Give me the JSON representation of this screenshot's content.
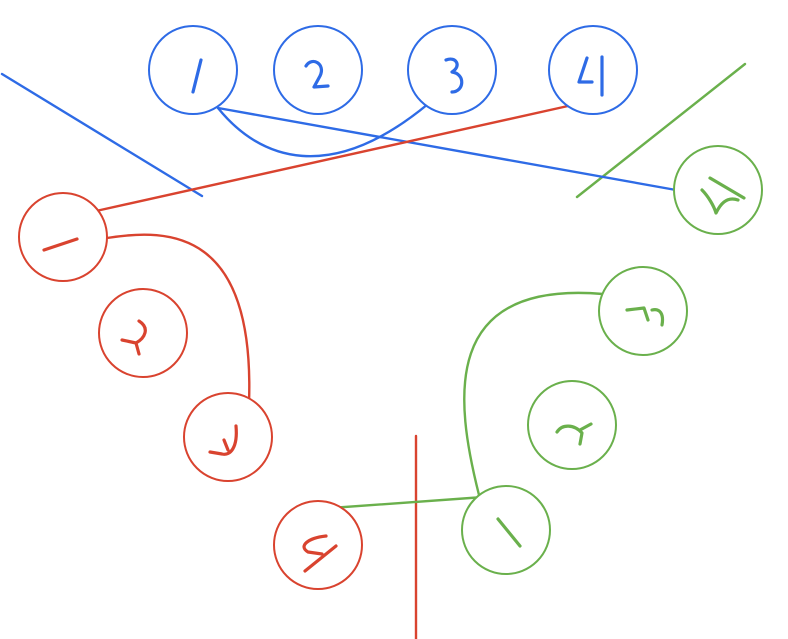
{
  "colors": {
    "blue": "#2e6be6",
    "red": "#d9432f",
    "green": "#6ab04c",
    "background": "#ffffff"
  },
  "nodes": [
    {
      "id": "blue-1",
      "group": "blue",
      "label": "1",
      "icon": "handwritten-1"
    },
    {
      "id": "blue-2",
      "group": "blue",
      "label": "2",
      "icon": "handwritten-2"
    },
    {
      "id": "blue-3",
      "group": "blue",
      "label": "3",
      "icon": "handwritten-3"
    },
    {
      "id": "blue-4",
      "group": "blue",
      "label": "4",
      "icon": "handwritten-4"
    },
    {
      "id": "red-1",
      "group": "red",
      "label": "١",
      "icon": "arabic-digit-1"
    },
    {
      "id": "red-2",
      "group": "red",
      "label": "٢",
      "icon": "arabic-digit-2"
    },
    {
      "id": "red-3",
      "group": "red",
      "label": "٣",
      "icon": "arabic-digit-3"
    },
    {
      "id": "red-4",
      "group": "red",
      "label": "٤",
      "icon": "arabic-digit-4"
    },
    {
      "id": "green-1",
      "group": "green",
      "label": "١",
      "icon": "rotated-digit-1"
    },
    {
      "id": "green-2",
      "group": "green",
      "label": "٢",
      "icon": "rotated-digit-2"
    },
    {
      "id": "green-3",
      "group": "green",
      "label": "٣",
      "icon": "rotated-digit-3"
    },
    {
      "id": "green-4",
      "group": "green",
      "label": "٤",
      "icon": "rotated-digit-4"
    }
  ],
  "edges": [
    {
      "from": "blue-1",
      "to": "blue-3",
      "color": "blue"
    },
    {
      "from": "blue-1",
      "to": "green-4",
      "color": "blue"
    },
    {
      "from": "red-1",
      "to": "blue-4",
      "color": "red"
    },
    {
      "from": "red-1",
      "to": "red-3",
      "color": "red"
    },
    {
      "from": "red-4",
      "to": "green-1",
      "color": "green"
    },
    {
      "from": "green-1",
      "to": "green-3",
      "color": "green"
    }
  ],
  "separators": [
    {
      "id": "blue-separator",
      "color": "blue"
    },
    {
      "id": "green-separator",
      "color": "green"
    },
    {
      "id": "red-separator",
      "color": "red"
    }
  ]
}
